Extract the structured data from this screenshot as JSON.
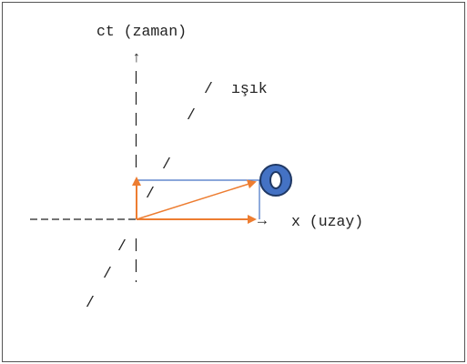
{
  "diagram": {
    "labels": {
      "time_axis": "ct (zaman)",
      "space_axis": "x (uzay)",
      "light": "ışık"
    },
    "glyphs": {
      "up_arrow": "↑",
      "right_arrow": "→",
      "slash": "/",
      "vbar": "|"
    },
    "colors": {
      "axis": "#222222",
      "light_line": "#222222",
      "orange_vector": "#ED7D31",
      "blue_vector": "#4472C4",
      "ring_fill": "#4472C4",
      "ring_stroke": "#1F3864",
      "frame": "#555555"
    },
    "icons": [
      "ring-object-icon"
    ]
  }
}
